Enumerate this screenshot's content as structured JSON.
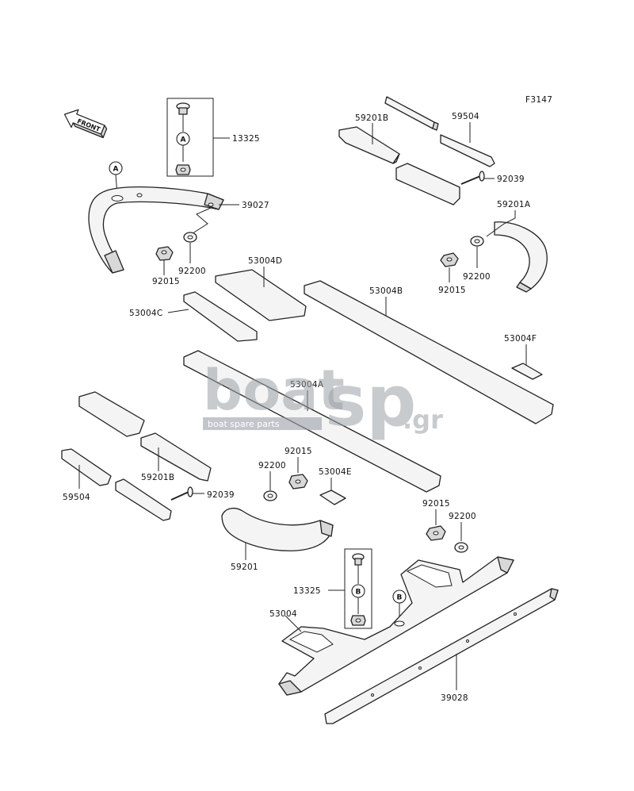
{
  "figure_code": "F3147",
  "front_indicator": "FRONT",
  "callouts": {
    "a": "A",
    "b": "B"
  },
  "labels": {
    "p13325_top": "13325",
    "p39027": "39027",
    "p92200_l": "92200",
    "p92015_l": "92015",
    "p59201b_top": "59201B",
    "p59504_top": "59504",
    "p92039_top": "92039",
    "p59201a": "59201A",
    "p92015_r": "92015",
    "p92200_r": "92200",
    "p53004d": "53004D",
    "p53004b": "53004B",
    "p53004c": "53004C",
    "p53004f": "53004F",
    "p53004a": "53004A",
    "p92015_m": "92015",
    "p92200_m": "92200",
    "p53004e": "53004E",
    "p59201b_bot": "59201B",
    "p59504_bot": "59504",
    "p92039_bot": "92039",
    "p59201": "59201",
    "p92015_br": "92015",
    "p92200_br": "92200",
    "p13325_bot": "13325",
    "p53004": "53004",
    "p39028": "39028"
  },
  "watermark": {
    "brand_left": "boat",
    "brand_right": "sp",
    "tld": ".gr",
    "tagline": "boat spare parts"
  },
  "colors": {
    "line": "#222222",
    "watermark": "#9aa0a6",
    "watermark_band": "#9aa0a6"
  }
}
